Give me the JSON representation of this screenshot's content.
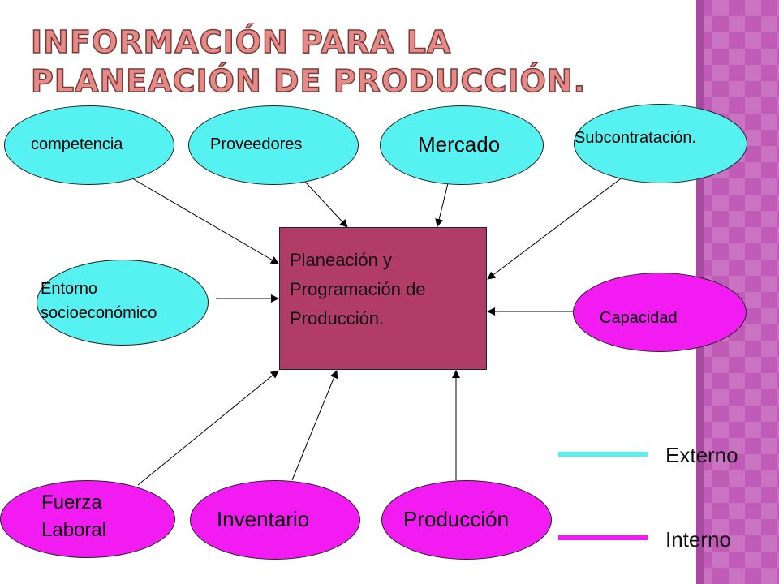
{
  "title": "Información para la Planeación de Producción.",
  "center": {
    "label": "Planeación y\nProgramación de\nProducción."
  },
  "nodes": {
    "competencia": "competencia",
    "proveedores": "Proveedores",
    "mercado": "Mercado",
    "subcontratacion": "Subcontratación.",
    "entorno": "Entorno\nsocioeconómico",
    "capacidad": "Capacidad",
    "fuerza": "Fuerza\nLaboral",
    "inventario": "Inventario",
    "produccion": "Producción"
  },
  "legend": {
    "externo": {
      "label": "Externo",
      "color": "#56f2f2"
    },
    "interno": {
      "label": "Interno",
      "color": "#f21cf2"
    }
  },
  "colors": {
    "external": "#56f2f2",
    "internal": "#f21cf2",
    "center": "#b13c66",
    "strip": "#c05cb8"
  }
}
